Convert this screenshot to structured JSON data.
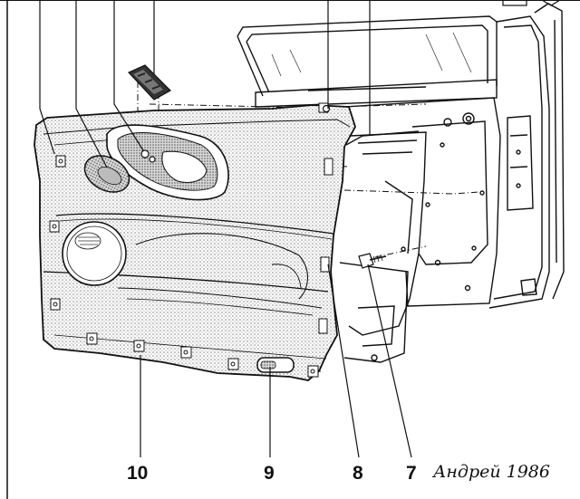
{
  "callouts": {
    "c10": "10",
    "c9": "9",
    "c8": "8",
    "c7": "7"
  },
  "signature": "Андрей 1986",
  "colors": {
    "line": "#111111",
    "stipple": "#8a8a8a",
    "paper": "#ffffff"
  }
}
